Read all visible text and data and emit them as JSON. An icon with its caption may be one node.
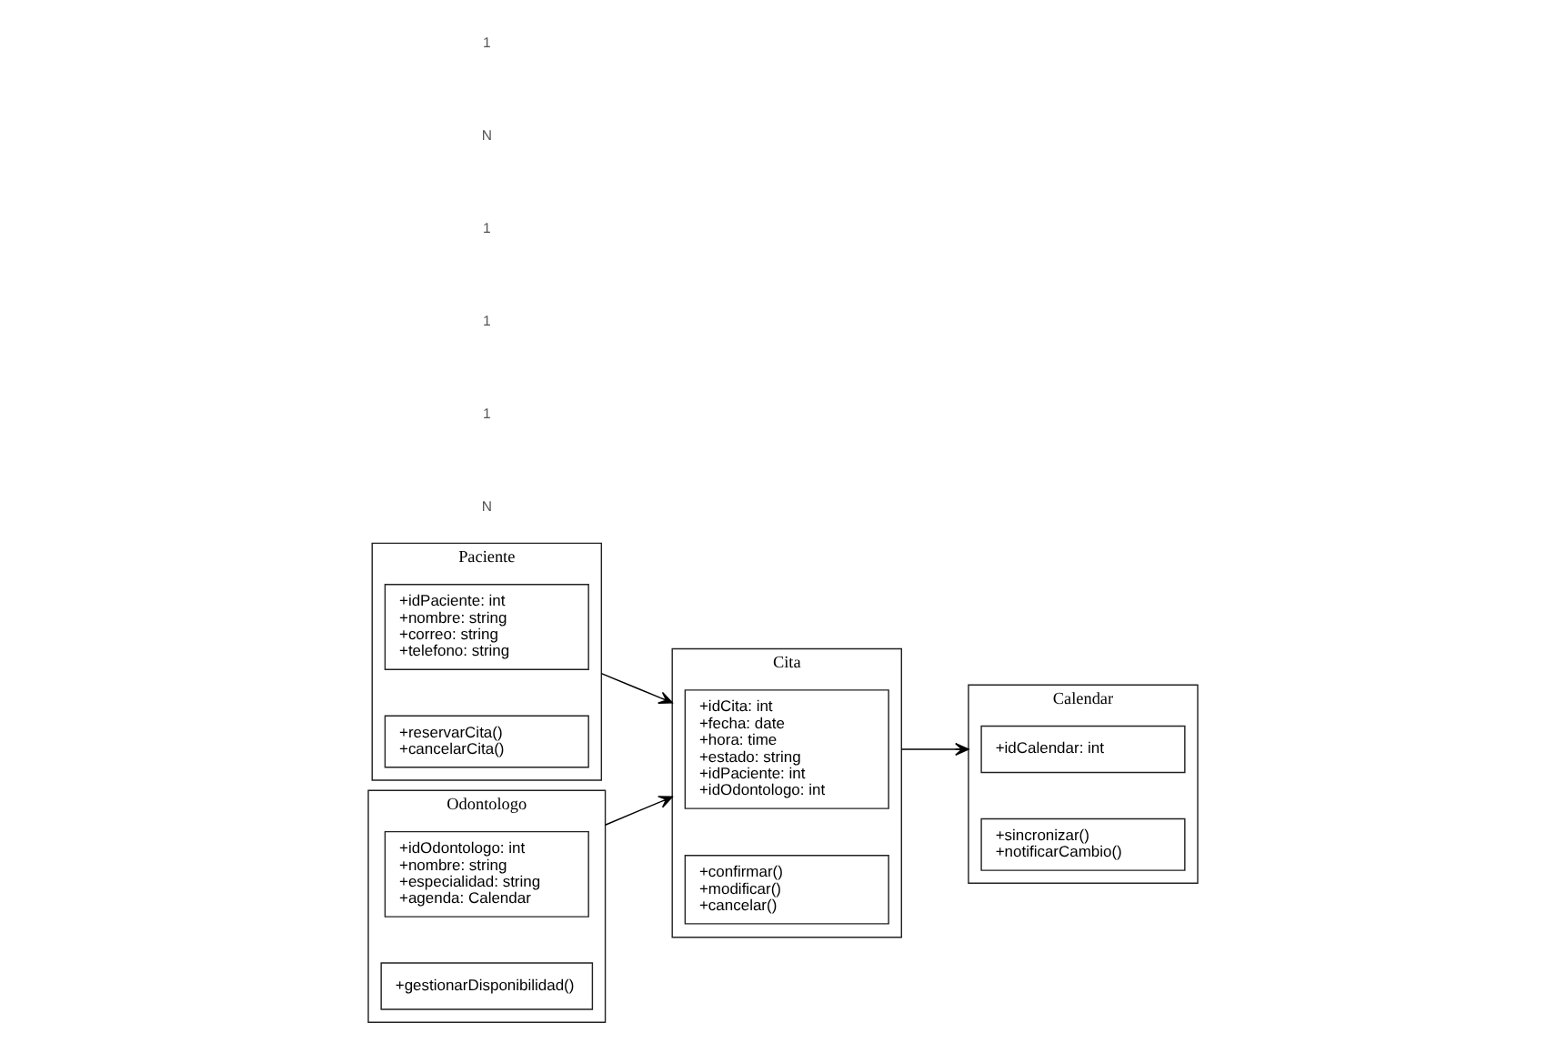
{
  "diagram": {
    "nodes": [
      {
        "text": [
          "Paciente"
        ]
      },
      {
        "text": [
          "+idPaciente: int",
          "+nombre: string",
          "+correo: string",
          "+telefono: string"
        ],
        "in": 0
      },
      {
        "text": [
          "+reservarCita()",
          "+cancelarCita()"
        ],
        "in": 0
      },
      {
        "text": [
          "Cita"
        ]
      },
      {
        "text": [
          "+idCita: int",
          "+fecha: date",
          "+hora: time",
          "+estado: string",
          "+idPaciente: int",
          "+idOdontologo: int"
        ],
        "in": 3
      },
      {
        "text": [
          "+confirmar()",
          "+modificar()",
          "+cancelar()"
        ],
        "in": 3
      },
      {
        "text": [
          "Calendar"
        ]
      },
      {
        "text": [
          "+idCalendar: int"
        ],
        "in": 6
      },
      {
        "text": [
          "+sincronizar()",
          "+notificarCambio()"
        ],
        "in": 6
      },
      {
        "text": [
          "Odontologo"
        ]
      },
      {
        "text": [
          "+idOdontologo: int",
          "+nombre: string",
          "+especialidad: string",
          "+agenda: Calendar"
        ],
        "in": 9
      },
      {
        "text": [
          "+gestionarDisponibilidad()"
        ],
        "in": 9
      }
    ],
    "edges": [
      {
        "from": 0,
        "to": 3,
        "arrow": "to"
      },
      {
        "from": 3,
        "to": 6,
        "arrow": "to"
      },
      {
        "from": 9,
        "to": 3,
        "arrow": "to"
      }
    ],
    "labels": [
      "N",
      "1",
      "1",
      "1",
      "N",
      "1"
    ]
  }
}
